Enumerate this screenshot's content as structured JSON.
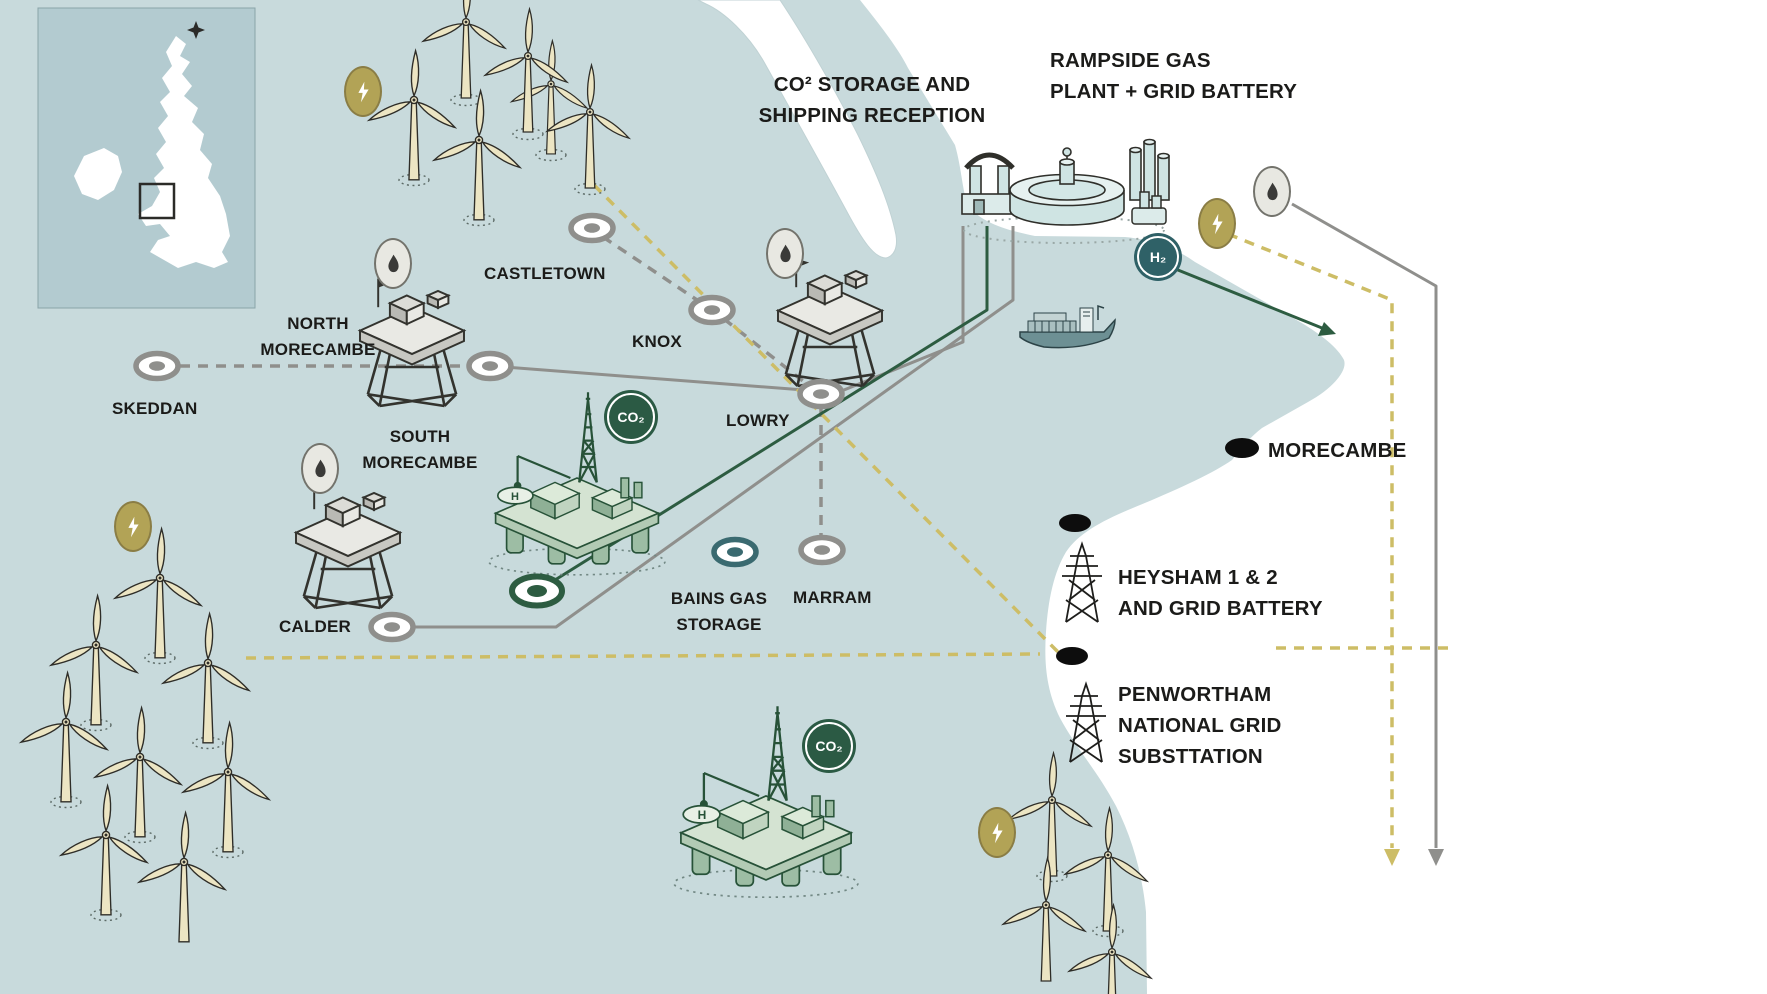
{
  "colors": {
    "sea": "#c8dadc",
    "land": "#ffffff",
    "electricity_line": "#cdbd66",
    "pipeline_line": "#8f8f8c",
    "co2_green": "#2d5c41",
    "hydrogen_teal": "#2f6167",
    "icon_olive": "#b2a356",
    "text": "#1b1b19"
  },
  "labels": {
    "co2_storage": {
      "line1": "CO² STORAGE AND",
      "line2": "SHIPPING RECEPTION"
    },
    "rampside": {
      "line1": "RAMPSIDE GAS",
      "line2": "PLANT + GRID BATTERY"
    },
    "castletown": "CASTLETOWN",
    "north_morecambe": {
      "line1": "NORTH",
      "line2": "MORECAMBE"
    },
    "knox": "KNOX",
    "skeddan": "SKEDDAN",
    "lowry": "LOWRY",
    "south_morecambe": {
      "line1": "SOUTH",
      "line2": "MORECAMBE"
    },
    "morecambe_town": "MORECAMBE",
    "bains": {
      "line1": "BAINS GAS",
      "line2": "STORAGE"
    },
    "marram": "MARRAM",
    "calder": "CALDER",
    "heysham": {
      "line1": "HEYSHAM 1 & 2",
      "line2": "AND GRID BATTERY"
    },
    "penwortham": {
      "line1": "PENWORTHAM",
      "line2": "NATIONAL GRID",
      "line3": "SUBSTTATION"
    }
  },
  "badges": {
    "co2": "CO₂",
    "h2": "H₂",
    "helipad": "H"
  },
  "icons": {
    "electricity": "lightning-bolt",
    "gas_flare": "flame"
  }
}
